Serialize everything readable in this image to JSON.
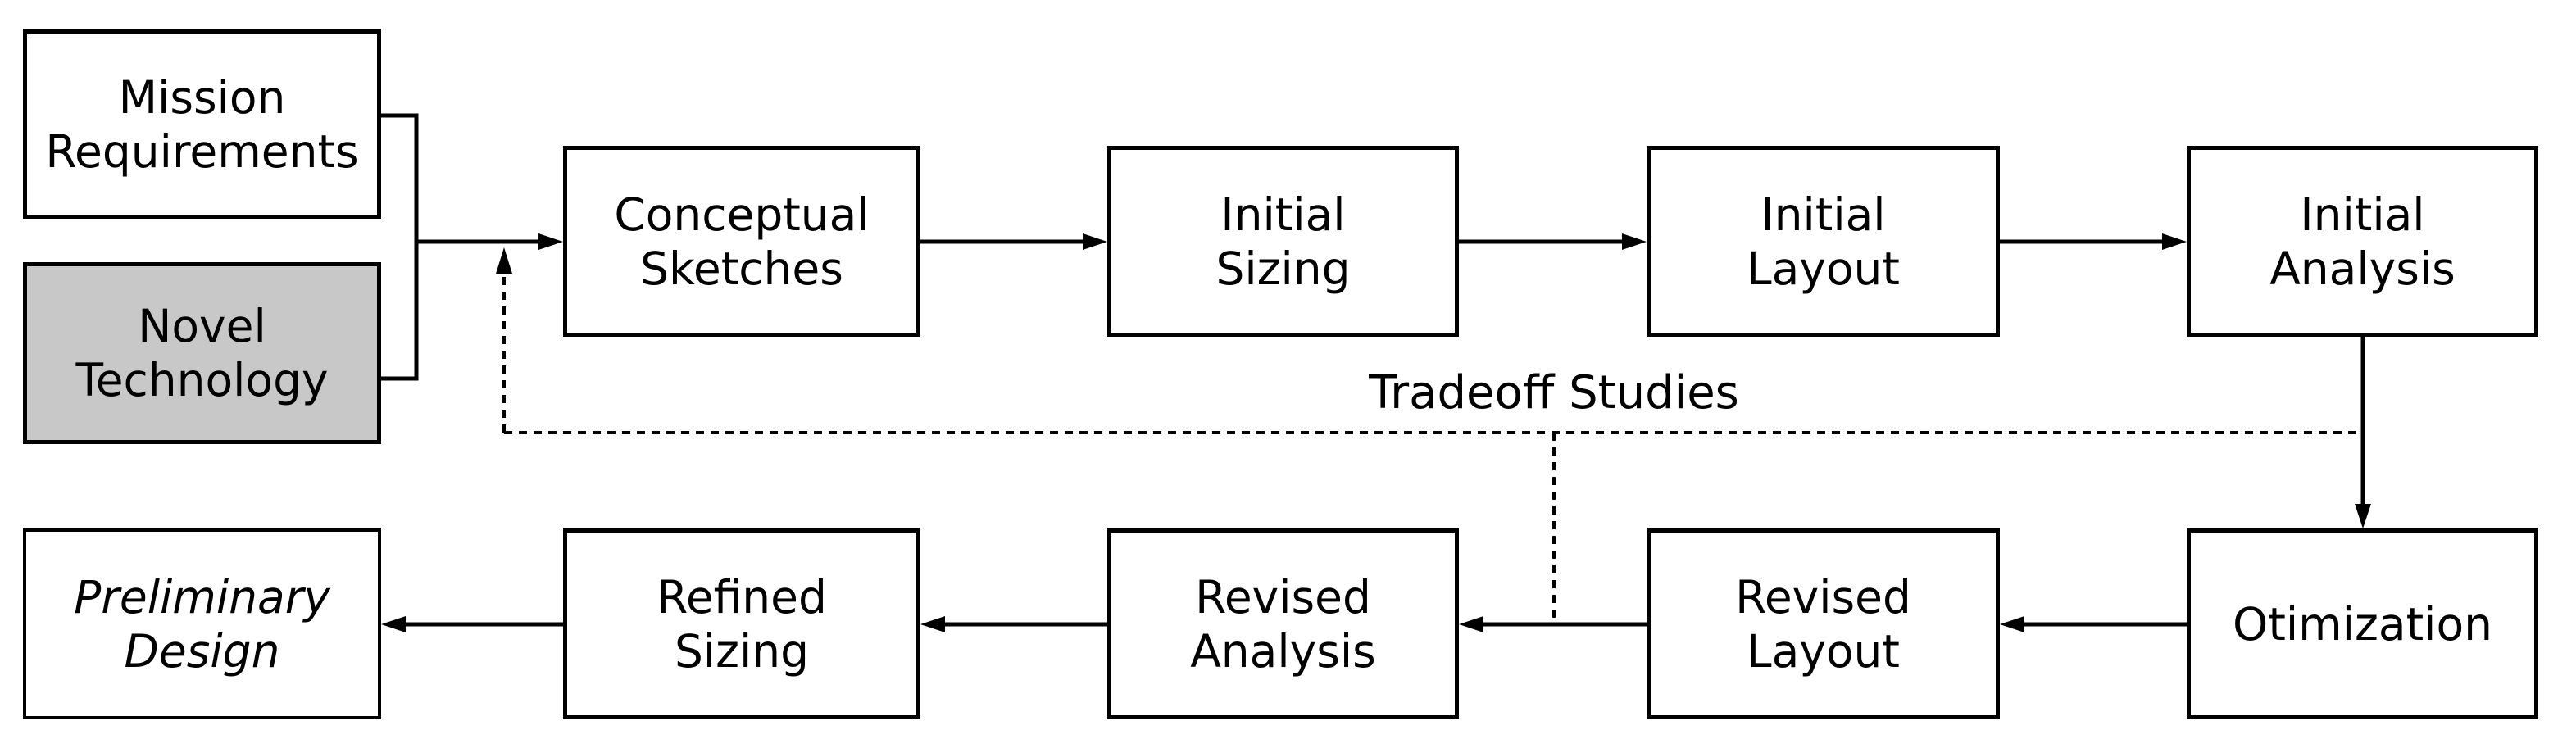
{
  "diagram": {
    "background": "#ffffff",
    "line_color": "#000000",
    "text_color": "#000000",
    "boxes": {
      "mission_requirements": {
        "line1": "Mission",
        "line2": "Requirements",
        "fill": "#ffffff"
      },
      "novel_technology": {
        "line1": "Novel",
        "line2": "Technology",
        "fill": "#c8c8c8"
      },
      "conceptual_sketches": {
        "line1": "Conceptual",
        "line2": "Sketches"
      },
      "initial_sizing": {
        "line1": "Initial",
        "line2": "Sizing"
      },
      "initial_layout": {
        "line1": "Initial",
        "line2": "Layout"
      },
      "initial_analysis": {
        "line1": "Initial",
        "line2": "Analysis"
      },
      "otimization": {
        "line1": "Otimization"
      },
      "revised_layout": {
        "line1": "Revised",
        "line2": "Layout"
      },
      "revised_analysis": {
        "line1": "Revised",
        "line2": "Analysis"
      },
      "refined_sizing": {
        "line1": "Refined",
        "line2": "Sizing"
      },
      "preliminary_design": {
        "line1": "Preliminary",
        "line2": "Design"
      }
    },
    "annotations": {
      "tradeoff_studies": "Tradeoff Studies"
    }
  }
}
